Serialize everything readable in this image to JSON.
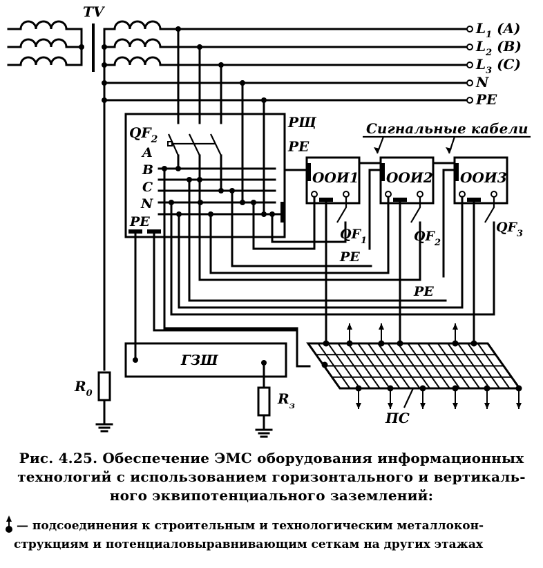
{
  "diagram": {
    "transformer_label": "TV",
    "bus_labels": [
      {
        "main": "L",
        "sub": "1",
        "suffix": " (A)"
      },
      {
        "main": "L",
        "sub": "2",
        "suffix": " (B)"
      },
      {
        "main": "L",
        "sub": "3",
        "suffix": " (C)"
      },
      {
        "main": "N",
        "sub": "",
        "suffix": ""
      },
      {
        "main": "PE",
        "sub": "",
        "suffix": ""
      }
    ],
    "panel": {
      "name": "РЩ",
      "pe_label": "PE",
      "breaker_label": "QF",
      "breaker_sub": "2",
      "rail_labels": [
        "A",
        "B",
        "C",
        "N",
        "PE"
      ]
    },
    "signal_cables_label": "Сигнальные кабели",
    "devices": [
      {
        "name": "ООИ1",
        "breaker": "QF",
        "breaker_sub": "1"
      },
      {
        "name": "ООИ2",
        "breaker": "QF",
        "breaker_sub": "2"
      },
      {
        "name": "ООИ3",
        "breaker": "QF",
        "breaker_sub": "3"
      }
    ],
    "pe_wire_labels": [
      "PE",
      "PE"
    ],
    "main_earth_bar": "ГЗШ",
    "resistor_r0": {
      "main": "R",
      "sub": "0"
    },
    "resistor_rz": {
      "main": "R",
      "sub": "з"
    },
    "grid_label": "ПС"
  },
  "caption": {
    "lines": [
      "Рис. 4.25. Обеспечение ЭМС оборудования информационных",
      "технологий с использованием горизонтального и вертикаль-",
      "ного эквипотенциального заземлений:"
    ],
    "legend_text_line1": "— подсоединения к строительным и технологическим металлокон-",
    "legend_text_line2": "струкциям и потенциаловыравнивающим сеткам на других этажах"
  }
}
